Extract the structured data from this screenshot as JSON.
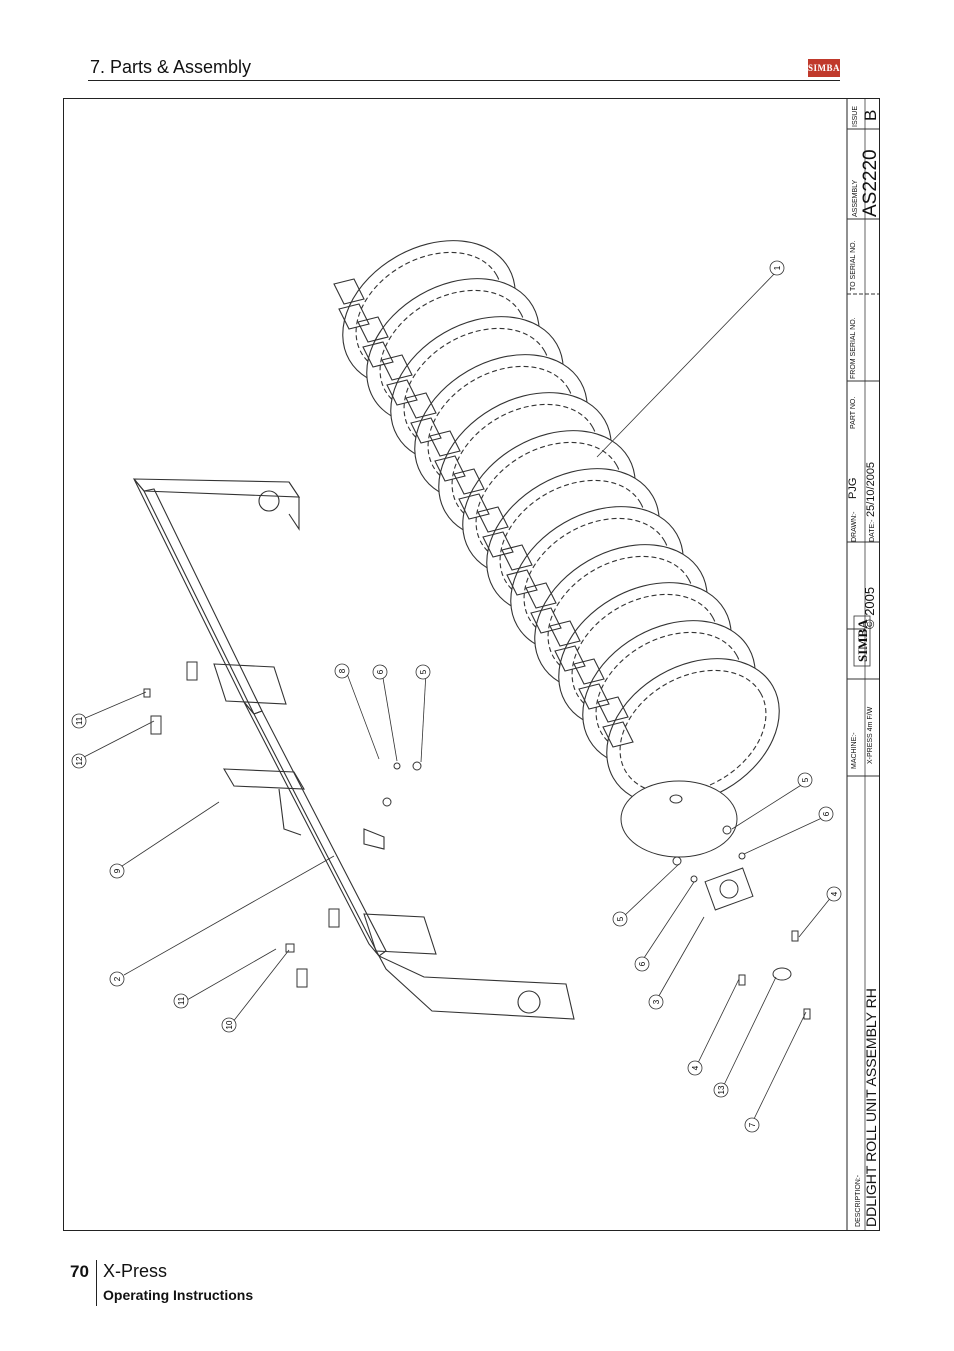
{
  "header": {
    "section_title": "7. Parts & Assembly",
    "logo_text": "SIMBA"
  },
  "title_block": {
    "description_label": "DESCRIPTION:-",
    "description": "DDLIGHT ROLL UNIT ASSEMBLY RH",
    "machine_label": "MACHINE:-",
    "machine": "X-PRESS 4m F/W",
    "logo_text": "SIMBA",
    "copyright": "© 2005",
    "drawn_label": "DRAWN:-",
    "drawn": "PJG",
    "date_label": "DATE:-",
    "date": "25/10/2005",
    "part_no_label": "PART NO.",
    "from_serial_label": "FROM SERIAL NO.",
    "to_serial_label": "TO SERIAL NO.",
    "assembly_label": "ASSEMBLY",
    "assembly": "AS2220",
    "issue_label": "ISSUE",
    "issue": "B"
  },
  "callouts": [
    "1",
    "2",
    "3",
    "4",
    "5",
    "6",
    "7",
    "8",
    "9",
    "10",
    "11",
    "12",
    "13"
  ],
  "footer": {
    "page_number": "70",
    "product": "X-Press",
    "subtitle": "Operating Instructions"
  }
}
